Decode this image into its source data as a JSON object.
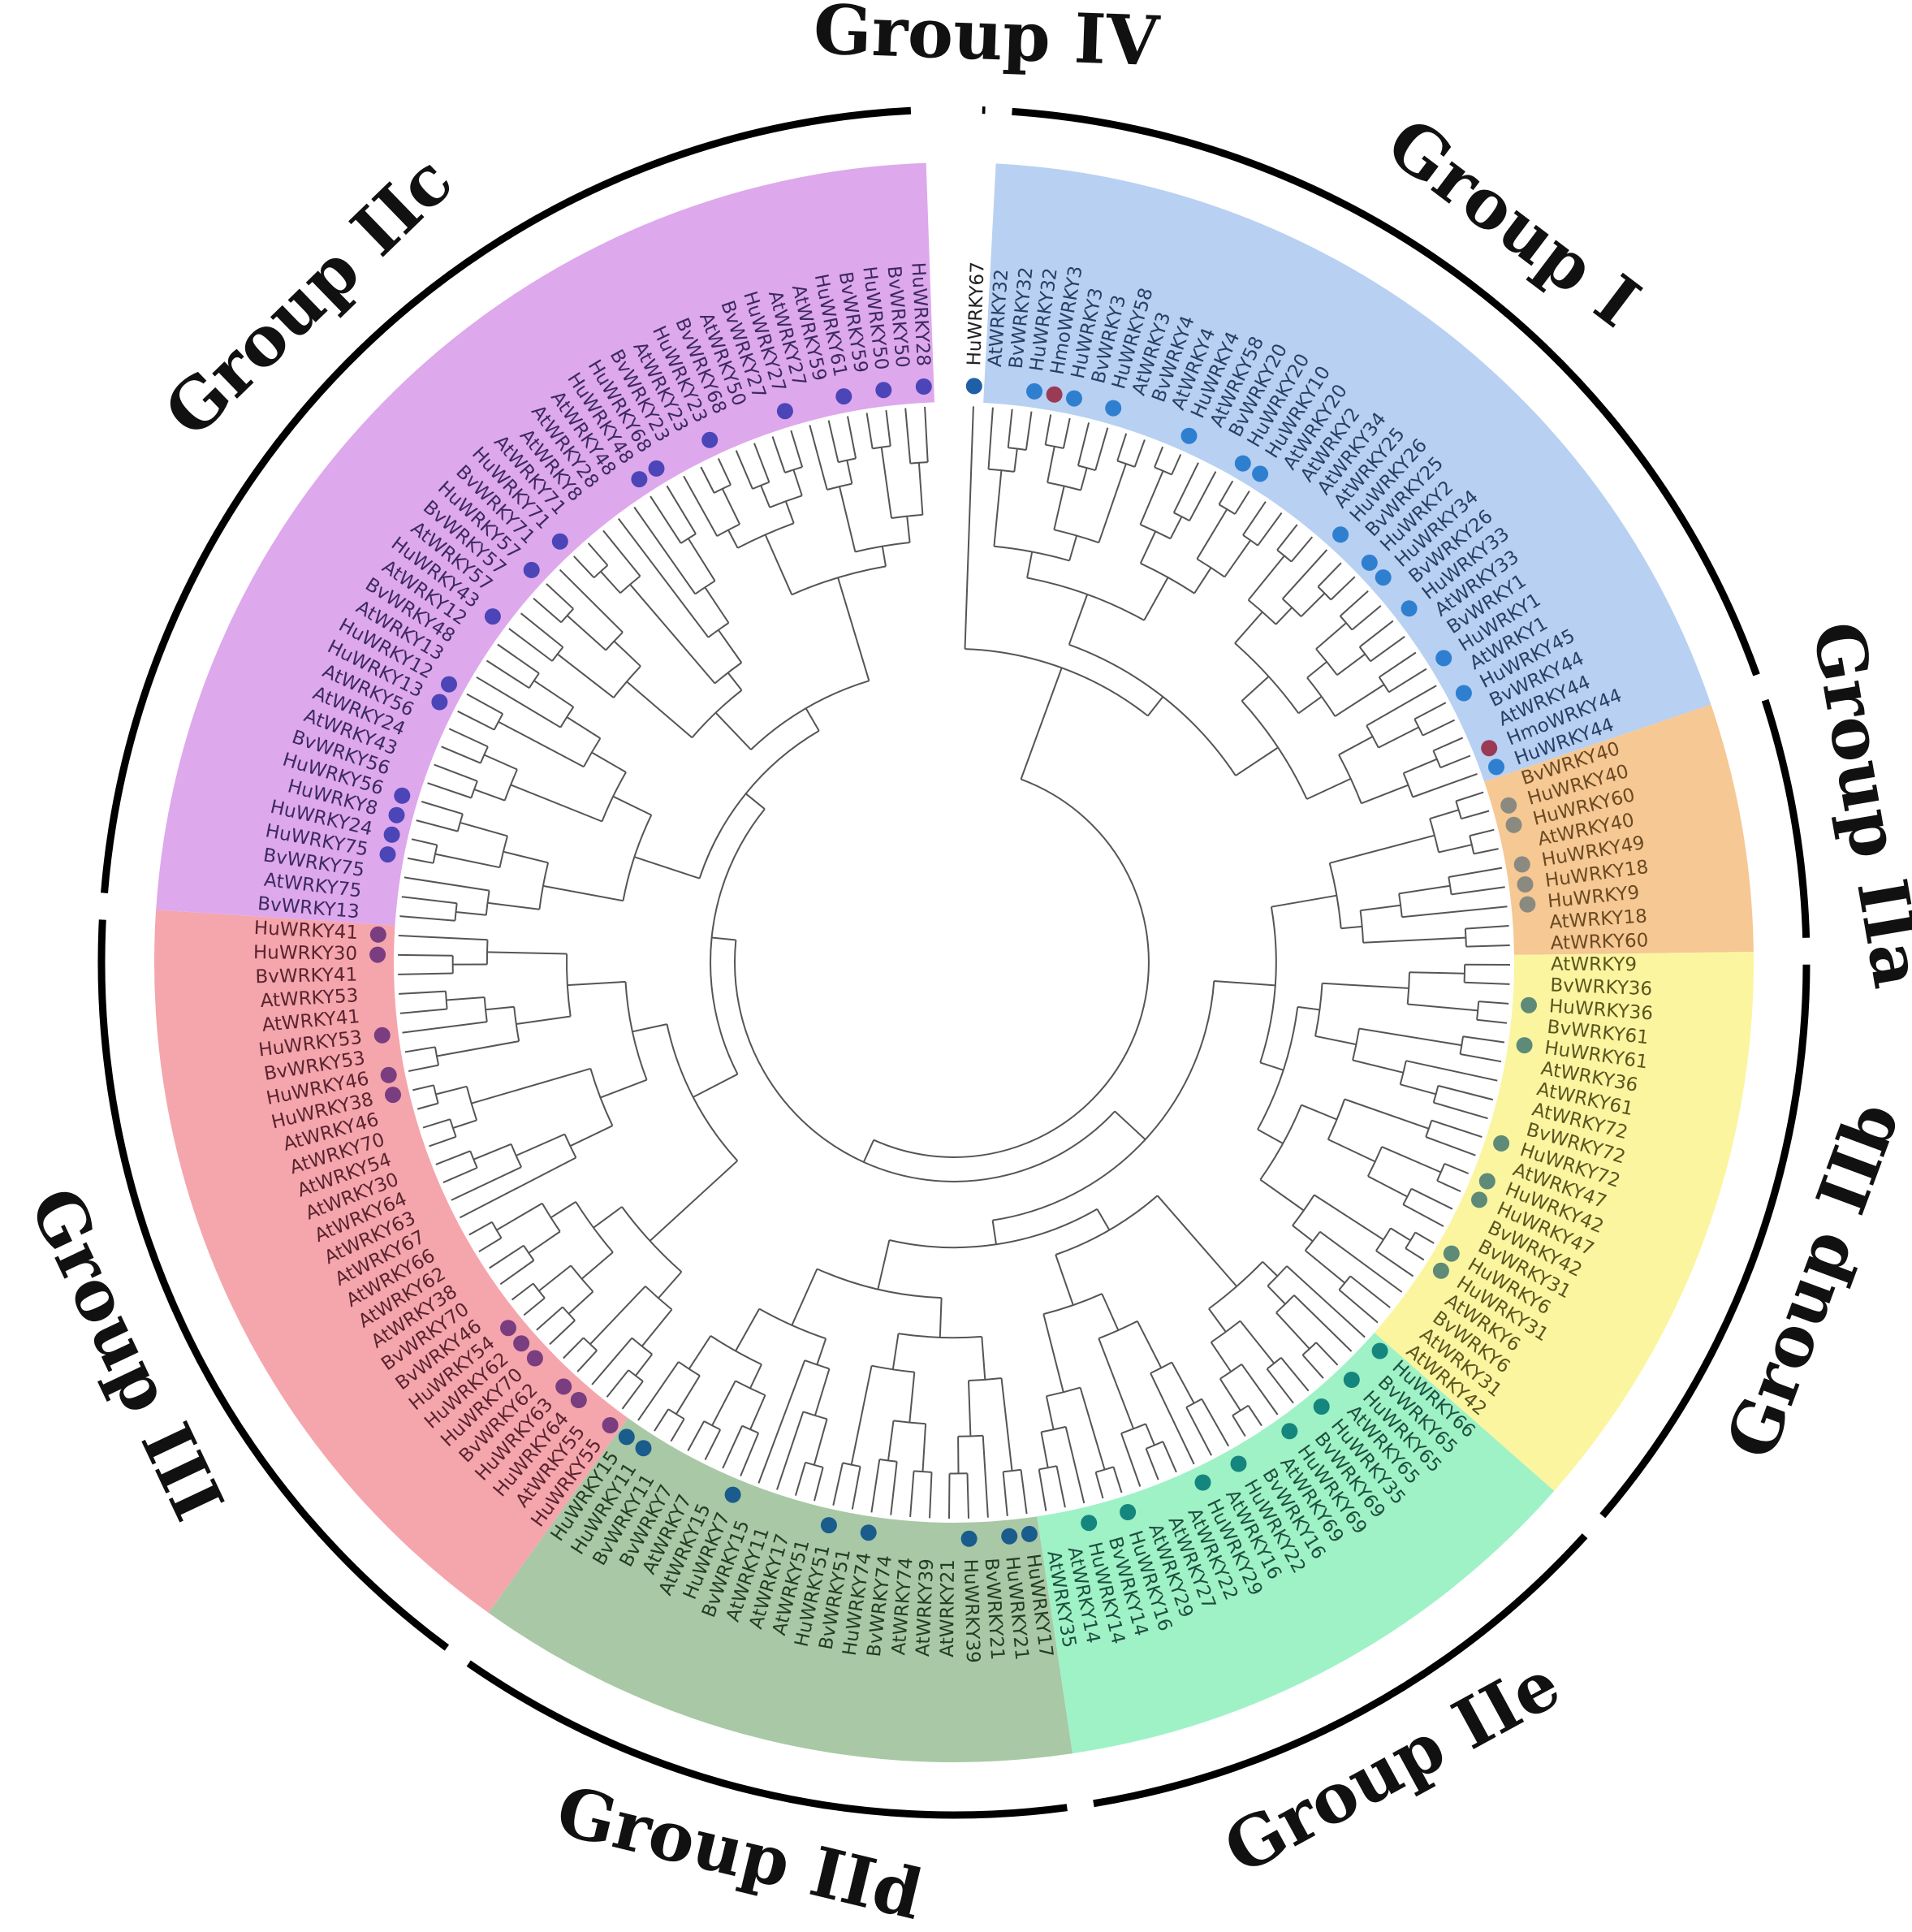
{
  "groups": [
    {
      "label": "Group IV",
      "color": "none",
      "dot": "#1f5fa8",
      "leaves": [
        "HuWRKY67"
      ]
    },
    {
      "label": "Group I",
      "color": "#b8d0f2",
      "dot": "#2f7fd0",
      "text": "#2a3f66",
      "leaves": [
        "AtWRKY32",
        "BvWRKY32",
        "HuWRKY32",
        "HmoWRKY3",
        "HuWRKY3",
        "BvWRKY3",
        "HuWRKY58",
        "AtWRKY3",
        "BvWRKY4",
        "AtWRKY4",
        "HuWRKY4",
        "AtWRKY58",
        "BvWRKY20",
        "HuWRKY20",
        "HuWRKY10",
        "AtWRKY20",
        "AtWRKY2",
        "AtWRKY34",
        "AtWRKY25",
        "HuWRKY26",
        "BvWRKY25",
        "HuWRKY2",
        "HuWRKY34",
        "BvWRKY26",
        "HuWRKY33",
        "AtWRKY33",
        "BvWRKY1",
        "HuWRKY1",
        "AtWRKY1",
        "HuWRKY45",
        "BvWRKY44",
        "AtWRKY44",
        "HmoWRKY44",
        "HuWRKY44"
      ]
    },
    {
      "label": "Group IIa",
      "color": "#f6c894",
      "dot": "#8a8a80",
      "text": "#6a4a22",
      "leaves": [
        "BvWRKY40",
        "HuWRKY40",
        "HuWRKY60",
        "AtWRKY40",
        "HuWRKY49",
        "HuWRKY18",
        "HuWRKY9",
        "AtWRKY18",
        "AtWRKY60"
      ]
    },
    {
      "label": "Group IIb",
      "color": "#fbf5a0",
      "dot": "#5e8a78",
      "text": "#5a5620",
      "leaves": [
        "AtWRKY9",
        "BvWRKY36",
        "HuWRKY36",
        "BvWRKY61",
        "HuWRKY61",
        "AtWRKY36",
        "AtWRKY61",
        "AtWRKY72",
        "BvWRKY72",
        "HuWRKY72",
        "AtWRKY47",
        "HuWRKY42",
        "HuWRKY47",
        "BvWRKY42",
        "BvWRKY31",
        "HuWRKY6",
        "HuWRKY31",
        "AtWRKY6",
        "BvWRKY6",
        "AtWRKY31",
        "AtWRKY42"
      ]
    },
    {
      "label": "Group IIe",
      "color": "#9ff2c6",
      "dot": "#15867e",
      "text": "#1f4f40",
      "leaves": [
        "HuWRKY66",
        "BvWRKY65",
        "HuWRKY65",
        "AtWRKY65",
        "HuWRKY35",
        "BvWRKY69",
        "HuWRKY69",
        "AtWRKY69",
        "BvWRKY16",
        "HuWRKY22",
        "AtWRKY16",
        "HuWRKY29",
        "AtWRKY22",
        "AtWRKY27",
        "AtWRKY29",
        "HuWRKY16",
        "BvWRKY14",
        "HuWRKY14",
        "AtWRKY14",
        "AtWRKY35"
      ]
    },
    {
      "label": "Group IId",
      "color": "#a9c8a6",
      "dot": "#1a5c8c",
      "text": "#243d24",
      "leaves": [
        "HuWRKY17",
        "HuWRKY21",
        "BvWRKY21",
        "HuWRKY39",
        "AtWRKY21",
        "AtWRKY39",
        "AtWRKY74",
        "BvWRKY74",
        "HuWRKY74",
        "BvWRKY51",
        "HuWRKY51",
        "AtWRKY51",
        "AtWRKY17",
        "AtWRKY11",
        "BvWRKY15",
        "HuWRKY7",
        "AtWRKY15",
        "AtWRKY7",
        "BvWRKY7",
        "BvWRKY11",
        "HuWRKY11",
        "HuWRKY15"
      ]
    },
    {
      "label": "Group III",
      "color": "#f4a6ac",
      "dot": "#7a3d80",
      "text": "#5a2430",
      "leaves": [
        "HuWRKY55",
        "AtWRKY55",
        "HuWRKY64",
        "HuWRKY63",
        "BvWRKY62",
        "HuWRKY70",
        "HuWRKY62",
        "HuWRKY54",
        "BvWRKY46",
        "BvWRKY70",
        "AtWRKY38",
        "AtWRKY62",
        "AtWRKY66",
        "AtWRKY67",
        "AtWRKY63",
        "AtWRKY64",
        "AtWRKY30",
        "AtWRKY54",
        "AtWRKY70",
        "AtWRKY46",
        "HuWRKY38",
        "HuWRKY46",
        "BvWRKY53",
        "HuWRKY53",
        "AtWRKY41",
        "AtWRKY53",
        "BvWRKY41",
        "HuWRKY30",
        "HuWRKY41"
      ]
    },
    {
      "label": "Group IIc",
      "color": "#dea8ec",
      "dot": "#4b45b8",
      "text": "#3c2a60",
      "leaves": [
        "BvWRKY13",
        "AtWRKY75",
        "BvWRKY75",
        "HuWRKY75",
        "HuWRKY24",
        "HuWRKY8",
        "HuWRKY56",
        "BvWRKY56",
        "AtWRKY43",
        "AtWRKY24",
        "AtWRKY56",
        "HuWRKY13",
        "HuWRKY12",
        "AtWRKY13",
        "BvWRKY48",
        "AtWRKY12",
        "HuWRKY43",
        "AtWRKY57",
        "BvWRKY57",
        "HuWRKY57",
        "BvWRKY71",
        "HuWRKY71",
        "AtWRKY71",
        "AtWRKY8",
        "AtWRKY28",
        "AtWRKY48",
        "HuWRKY48",
        "HuWRKY68",
        "BvWRKY23",
        "AtWRKY23",
        "HuWRKY23",
        "BvWRKY68",
        "AtWRKY50",
        "BvWRKY27",
        "HuWRKY27",
        "AtWRKY27",
        "AtWRKY59",
        "HuWRKY61",
        "BvWRKY59",
        "HuWRKY50",
        "BvWRKY50",
        "HuWRKY28"
      ]
    }
  ]
}
